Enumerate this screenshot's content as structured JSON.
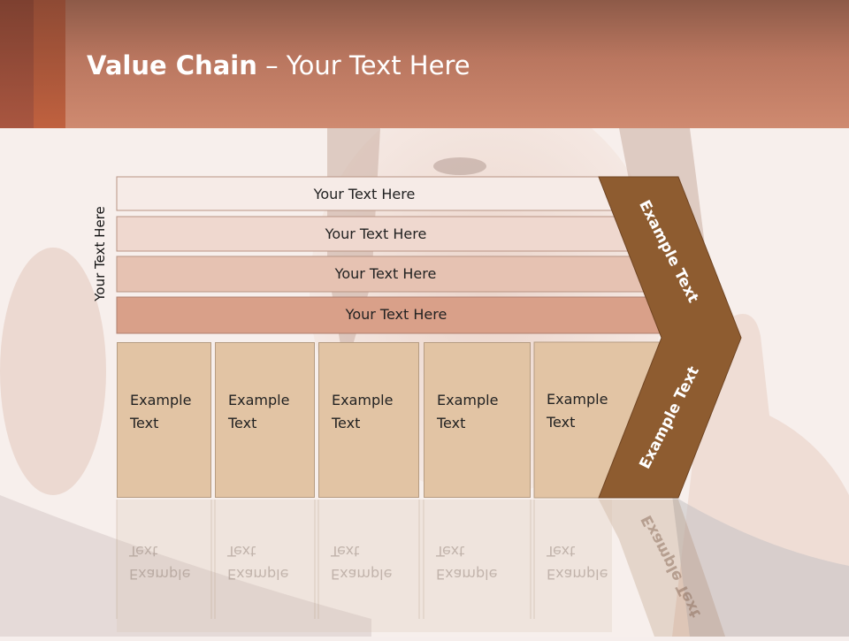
{
  "title": {
    "bold": "Value Chain",
    "rest": " – Your Text Here"
  },
  "side_label": "Your Text Here",
  "rows": [
    {
      "label": "Your Text Here",
      "color": "#f6ebe7"
    },
    {
      "label": "Your Text Here",
      "color": "#efd8cf"
    },
    {
      "label": "Your Text Here",
      "color": "#e6c2b2"
    },
    {
      "label": "Your Text Here",
      "color": "#d9a089"
    }
  ],
  "columns": [
    {
      "line1": "Example",
      "line2": "Text"
    },
    {
      "line1": "Example",
      "line2": "Text"
    },
    {
      "line1": "Example",
      "line2": "Text"
    },
    {
      "line1": "Example",
      "line2": "Text"
    },
    {
      "line1": "Example",
      "line2": "Text"
    }
  ],
  "arrow": {
    "top_label": "Example Text",
    "bottom_label": "Example Text",
    "color": "#8e5c30"
  },
  "colors": {
    "header": "#c07a62",
    "column_fill": "#e2c4a4"
  }
}
